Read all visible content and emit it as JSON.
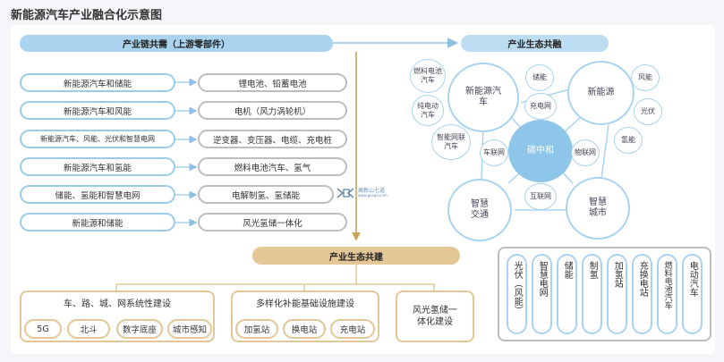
{
  "title": "新能源汽车产业融合化示意图",
  "left": {
    "header": "产业链共需（上游零部件）",
    "rows": [
      {
        "left": "新能源汽车和储能",
        "right": "锂电池、铅蓄电池"
      },
      {
        "left": "新能源汽车和风能",
        "right": "电机（风力涡轮机）"
      },
      {
        "left": "新能源汽车、风能、光伏和智慧电网",
        "right": "逆变器、变压器、电缆、充电桩"
      },
      {
        "left": "新能源汽车和氢能",
        "right": "燃料电池汽车、氢气"
      },
      {
        "left": "储能、氢能和智慧电网",
        "right": "电解制氢、氢储能"
      },
      {
        "left": "新能源和储能",
        "right": "风光氢储一体化"
      }
    ]
  },
  "logo": {
    "name": "高新山七道",
    "sub": "www.gxsqd.com"
  },
  "right": {
    "header": "产业生态共融",
    "big": [
      "新能源汽车",
      "新能源",
      "智慧交通",
      "智慧城市"
    ],
    "center": "碳中和",
    "small": [
      "燃料电池汽车",
      "纯电动汽车",
      "智能网联汽车",
      "储能",
      "风能",
      "光伏",
      "氢能",
      "充电网",
      "车联网",
      "物联网",
      "互联网"
    ]
  },
  "bottom": {
    "header": "产业生态共建",
    "group1": {
      "title": "车、路、城、网系统性建设",
      "items": [
        "5G",
        "北斗",
        "数字底座",
        "城市感知"
      ]
    },
    "group2": {
      "title": "多样化补能基础设施建设",
      "items": [
        "加氢站",
        "换电站",
        "充电站"
      ]
    },
    "group3": {
      "title": "风光氢储一体化建设"
    },
    "vertical": [
      "光伏（风能）",
      "智慧电网",
      "储能",
      "制氢",
      "加氢站",
      "充换电站",
      "燃料电池汽车",
      "电动汽车"
    ]
  },
  "colors": {
    "blue": "#a9d3ee",
    "tan": "#e3c796",
    "gray": "#bdbdbd",
    "center": "#8ec6ea",
    "arrow": "#c9a25a"
  }
}
